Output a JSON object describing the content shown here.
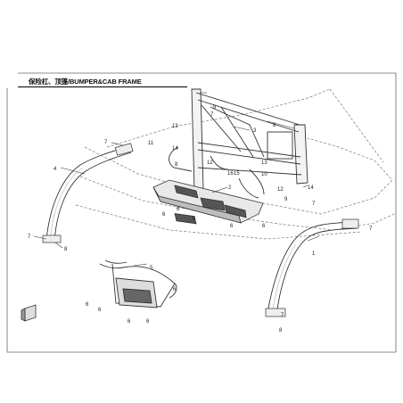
{
  "diagram": {
    "title": "保险杠、顶篷/BUMPER&CAB FRAME",
    "callouts": {
      "c1": "1",
      "c2": "2",
      "c3": "3",
      "c4": "4",
      "c5": "5",
      "c6": "6",
      "c7": "7",
      "c8": "8",
      "c9": "9",
      "c10": "10",
      "c11": "11",
      "c12": "12",
      "c13": "13",
      "c14": "14",
      "c15": "15",
      "c16": "16"
    }
  }
}
